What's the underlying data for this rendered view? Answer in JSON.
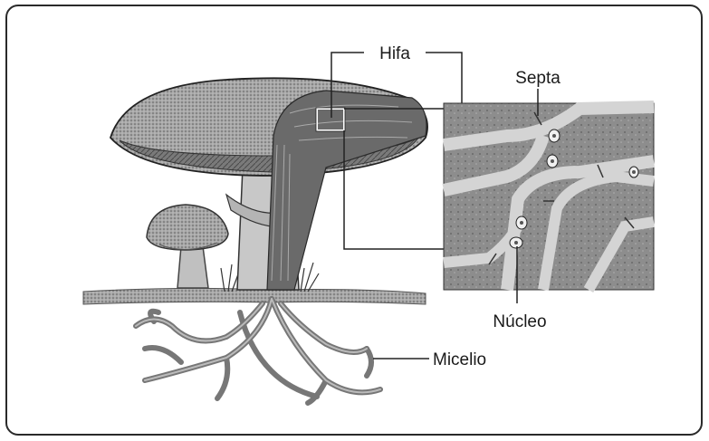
{
  "labels": {
    "hifa": "Hifa",
    "septa": "Septa",
    "nucleo": "Núcleo",
    "micelio": "Micelio"
  },
  "colors": {
    "ink": "#1a1a1a",
    "cap": "#9a9a9a",
    "gills": "#6e6e6e",
    "stem": "#c4c4c4",
    "hypha_bg": "#8a8a8a",
    "hypha_wall": "#d8d8d8",
    "ground": "#9c9c9c"
  }
}
